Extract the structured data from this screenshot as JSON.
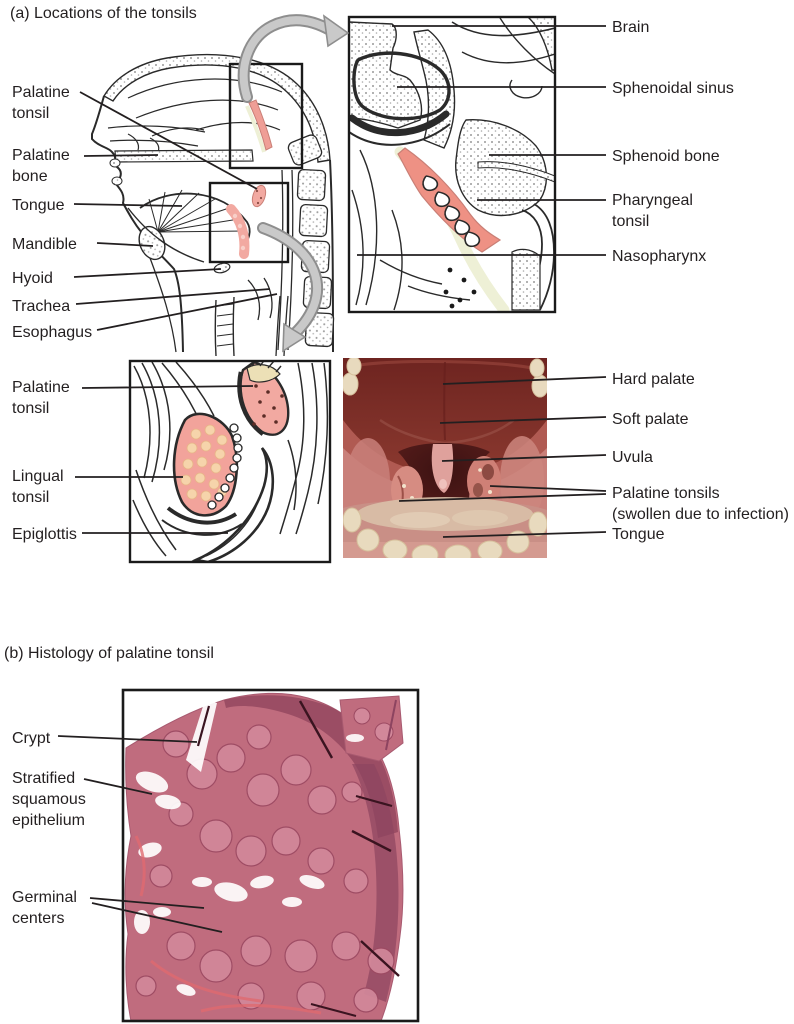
{
  "figure": {
    "section_a_title": "(a) Locations of the tonsils",
    "section_b_title": "(b) Histology of palatine tonsil"
  },
  "section_a": {
    "head_labels": {
      "palatine_tonsil": "Palatine\ntonsil",
      "palatine_bone": "Palatine\nbone",
      "tongue": "Tongue",
      "mandible": "Mandible",
      "hyoid": "Hyoid",
      "trachea": "Trachea",
      "esophagus": "Esophagus"
    },
    "inset_labels": {
      "brain": "Brain",
      "sphenoidal_sinus": "Sphenoidal sinus",
      "sphenoid_bone": "Sphenoid bone",
      "pharyngeal_tonsil": "Pharyngeal\ntonsil",
      "nasopharynx": "Nasopharynx"
    },
    "detail_labels": {
      "palatine_tonsil": "Palatine\ntonsil",
      "lingual_tonsil": "Lingual\ntonsil",
      "epiglottis": "Epiglottis"
    },
    "photo_labels": {
      "hard_palate": "Hard palate",
      "soft_palate": "Soft palate",
      "uvula": "Uvula",
      "palatine_tonsils": "Palatine tonsils\n(swollen due to infection)",
      "tongue": "Tongue"
    }
  },
  "section_b": {
    "labels": {
      "crypt": "Crypt",
      "stratified_squamous_epithelium": "Stratified\nsquamous\nepithelium",
      "germinal_centers": "Germinal\ncenters"
    }
  },
  "colors": {
    "label_text": "#231f20",
    "leader_line": "#231f20",
    "tonsil_pink": "#f2a9a1",
    "tonsil_outline": "#c97f76",
    "pharyngeal_tonsil_red": "#e2766a",
    "nasopharynx_band": "#eef0d6",
    "magnify_arrow_gray": "#c9c9c9",
    "photo_palate_dark": "#772620",
    "photo_tissue_pink": "#c9807a",
    "histology_tissue": "#c06c7e",
    "histology_follicle": "#d2889a",
    "histology_dark": "#94485f"
  }
}
